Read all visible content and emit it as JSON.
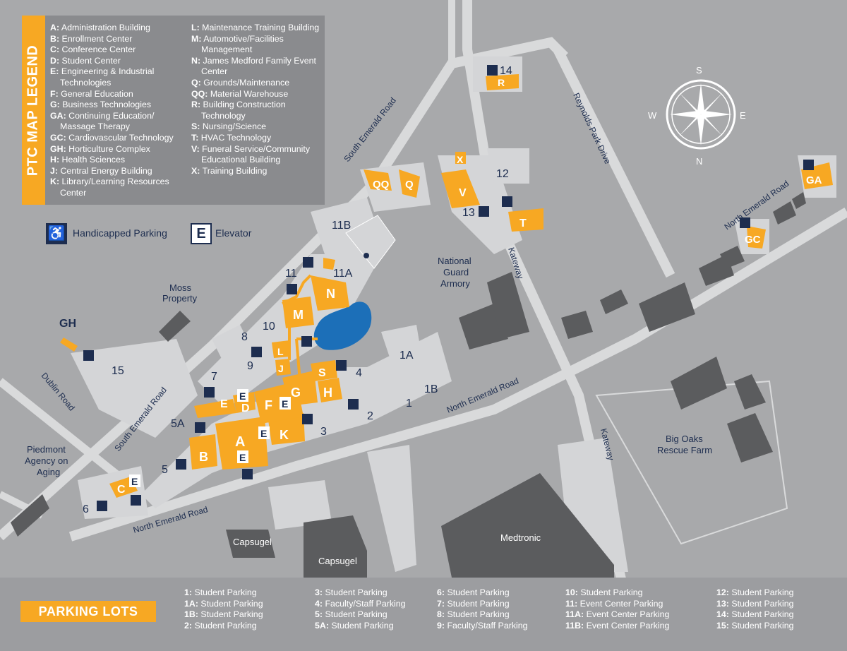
{
  "legend": {
    "title": "PTC MAP LEGEND",
    "col1": [
      {
        "code": "A:",
        "name": "Administration Building"
      },
      {
        "code": "B:",
        "name": "Enrollment Center"
      },
      {
        "code": "C:",
        "name": "Conference Center"
      },
      {
        "code": "D:",
        "name": "Student Center"
      },
      {
        "code": "E:",
        "name": "Engineering & Industrial Technologies"
      },
      {
        "code": "F:",
        "name": "General Education"
      },
      {
        "code": "G:",
        "name": "Business Technologies"
      },
      {
        "code": "GA:",
        "name": "Continuing Education/ Massage Therapy"
      },
      {
        "code": "GC:",
        "name": "Cardiovascular Technology"
      },
      {
        "code": "GH:",
        "name": "Horticulture Complex"
      },
      {
        "code": "H:",
        "name": "Health Sciences"
      },
      {
        "code": "J:",
        "name": "Central Energy Building"
      },
      {
        "code": "K:",
        "name": "Library/Learning Resources Center"
      }
    ],
    "col2": [
      {
        "code": "L:",
        "name": "Maintenance Training Building"
      },
      {
        "code": "M:",
        "name": "Automotive/Facilities Management"
      },
      {
        "code": "N:",
        "name": "James Medford Family Event Center"
      },
      {
        "code": "Q:",
        "name": "Grounds/Maintenance"
      },
      {
        "code": "QQ:",
        "name": "Material Warehouse"
      },
      {
        "code": "R:",
        "name": "Building Construction Technology"
      },
      {
        "code": "S:",
        "name": "Nursing/Science"
      },
      {
        "code": "T:",
        "name": "HVAC Technology"
      },
      {
        "code": "V:",
        "name": "Funeral Service/Community Educational Building"
      },
      {
        "code": "X:",
        "name": "Training Building"
      }
    ]
  },
  "key": {
    "handicapped_label": "Handicapped Parking",
    "elevator_symbol": "E",
    "elevator_label": "Elevator",
    "handicapped_icon": "wheelchair-icon"
  },
  "parking": {
    "title": "PARKING LOTS",
    "columns": [
      [
        {
          "code": "1:",
          "name": "Student Parking"
        },
        {
          "code": "1A:",
          "name": "Student Parking"
        },
        {
          "code": "1B:",
          "name": "Student Parking"
        },
        {
          "code": "2:",
          "name": "Student Parking"
        }
      ],
      [
        {
          "code": "3:",
          "name": "Student Parking"
        },
        {
          "code": "4:",
          "name": "Faculty/Staff Parking"
        },
        {
          "code": "5:",
          "name": "Student Parking"
        },
        {
          "code": "5A:",
          "name": "Student Parking"
        }
      ],
      [
        {
          "code": "6:",
          "name": "Student Parking"
        },
        {
          "code": "7:",
          "name": "Student Parking"
        },
        {
          "code": "8:",
          "name": "Student Parking"
        },
        {
          "code": "9:",
          "name": "Faculty/Staff Parking"
        }
      ],
      [
        {
          "code": "10:",
          "name": "Student Parking"
        },
        {
          "code": "11:",
          "name": "Event Center Parking"
        },
        {
          "code": "11A:",
          "name": "Event Center Parking"
        },
        {
          "code": "11B:",
          "name": "Event Center Parking"
        }
      ],
      [
        {
          "code": "12:",
          "name": "Student Parking"
        },
        {
          "code": "13:",
          "name": "Student Parking"
        },
        {
          "code": "14:",
          "name": "Student Parking"
        },
        {
          "code": "15:",
          "name": "Student Parking"
        }
      ]
    ]
  },
  "compass": {
    "n": "N",
    "s": "S",
    "e": "E",
    "w": "W"
  },
  "roads": {
    "south_emerald_top": "South Emerald Road",
    "south_emerald_left": "South Emerald Road",
    "north_emerald_mid": "North Emerald Road",
    "north_emerald_right": "North Emerald Road",
    "north_emerald_bottom": "North Emerald Road",
    "reynolds_park": "Reynolds Park Drive",
    "kateway_top": "Kateway",
    "kateway_bottom": "Kateway",
    "dublin": "Dublin Road"
  },
  "places": {
    "moss_1": "Moss",
    "moss_2": "Property",
    "piedmont_1": "Piedmont",
    "piedmont_2": "Agency on",
    "piedmont_3": "Aging",
    "national_1": "National",
    "national_2": "Guard",
    "national_3": "Armory",
    "bigoaks_1": "Big Oaks",
    "bigoaks_2": "Rescue Farm",
    "medtronic": "Medtronic",
    "capsugel_1": "Capsugel",
    "capsugel_2": "Capsugel"
  },
  "buildings": {
    "A": "A",
    "B": "B",
    "C": "C",
    "D": "D",
    "E1": "E",
    "E2": "E",
    "F": "F",
    "G": "G",
    "H": "H",
    "J": "J",
    "K": "K",
    "L": "L",
    "M": "M",
    "N": "N",
    "S": "S",
    "T": "T",
    "V": "V",
    "X": "X",
    "R": "R",
    "QQ": "QQ",
    "Q": "Q",
    "GH": "GH",
    "GC": "GC",
    "GA": "GA"
  },
  "elevators": {
    "e1": "E",
    "e2": "E",
    "e3": "E",
    "e4": "E",
    "e5": "E"
  },
  "lots": {
    "l1": "1",
    "l1A": "1A",
    "l1B": "1B",
    "l2": "2",
    "l3": "3",
    "l4": "4",
    "l5": "5",
    "l5A": "5A",
    "l6": "6",
    "l7": "7",
    "l8": "8",
    "l9": "9",
    "l10": "10",
    "l11": "11",
    "l11A": "11A",
    "l11B": "11B",
    "l12": "12",
    "l13": "13",
    "l14": "14",
    "l15": "15"
  }
}
